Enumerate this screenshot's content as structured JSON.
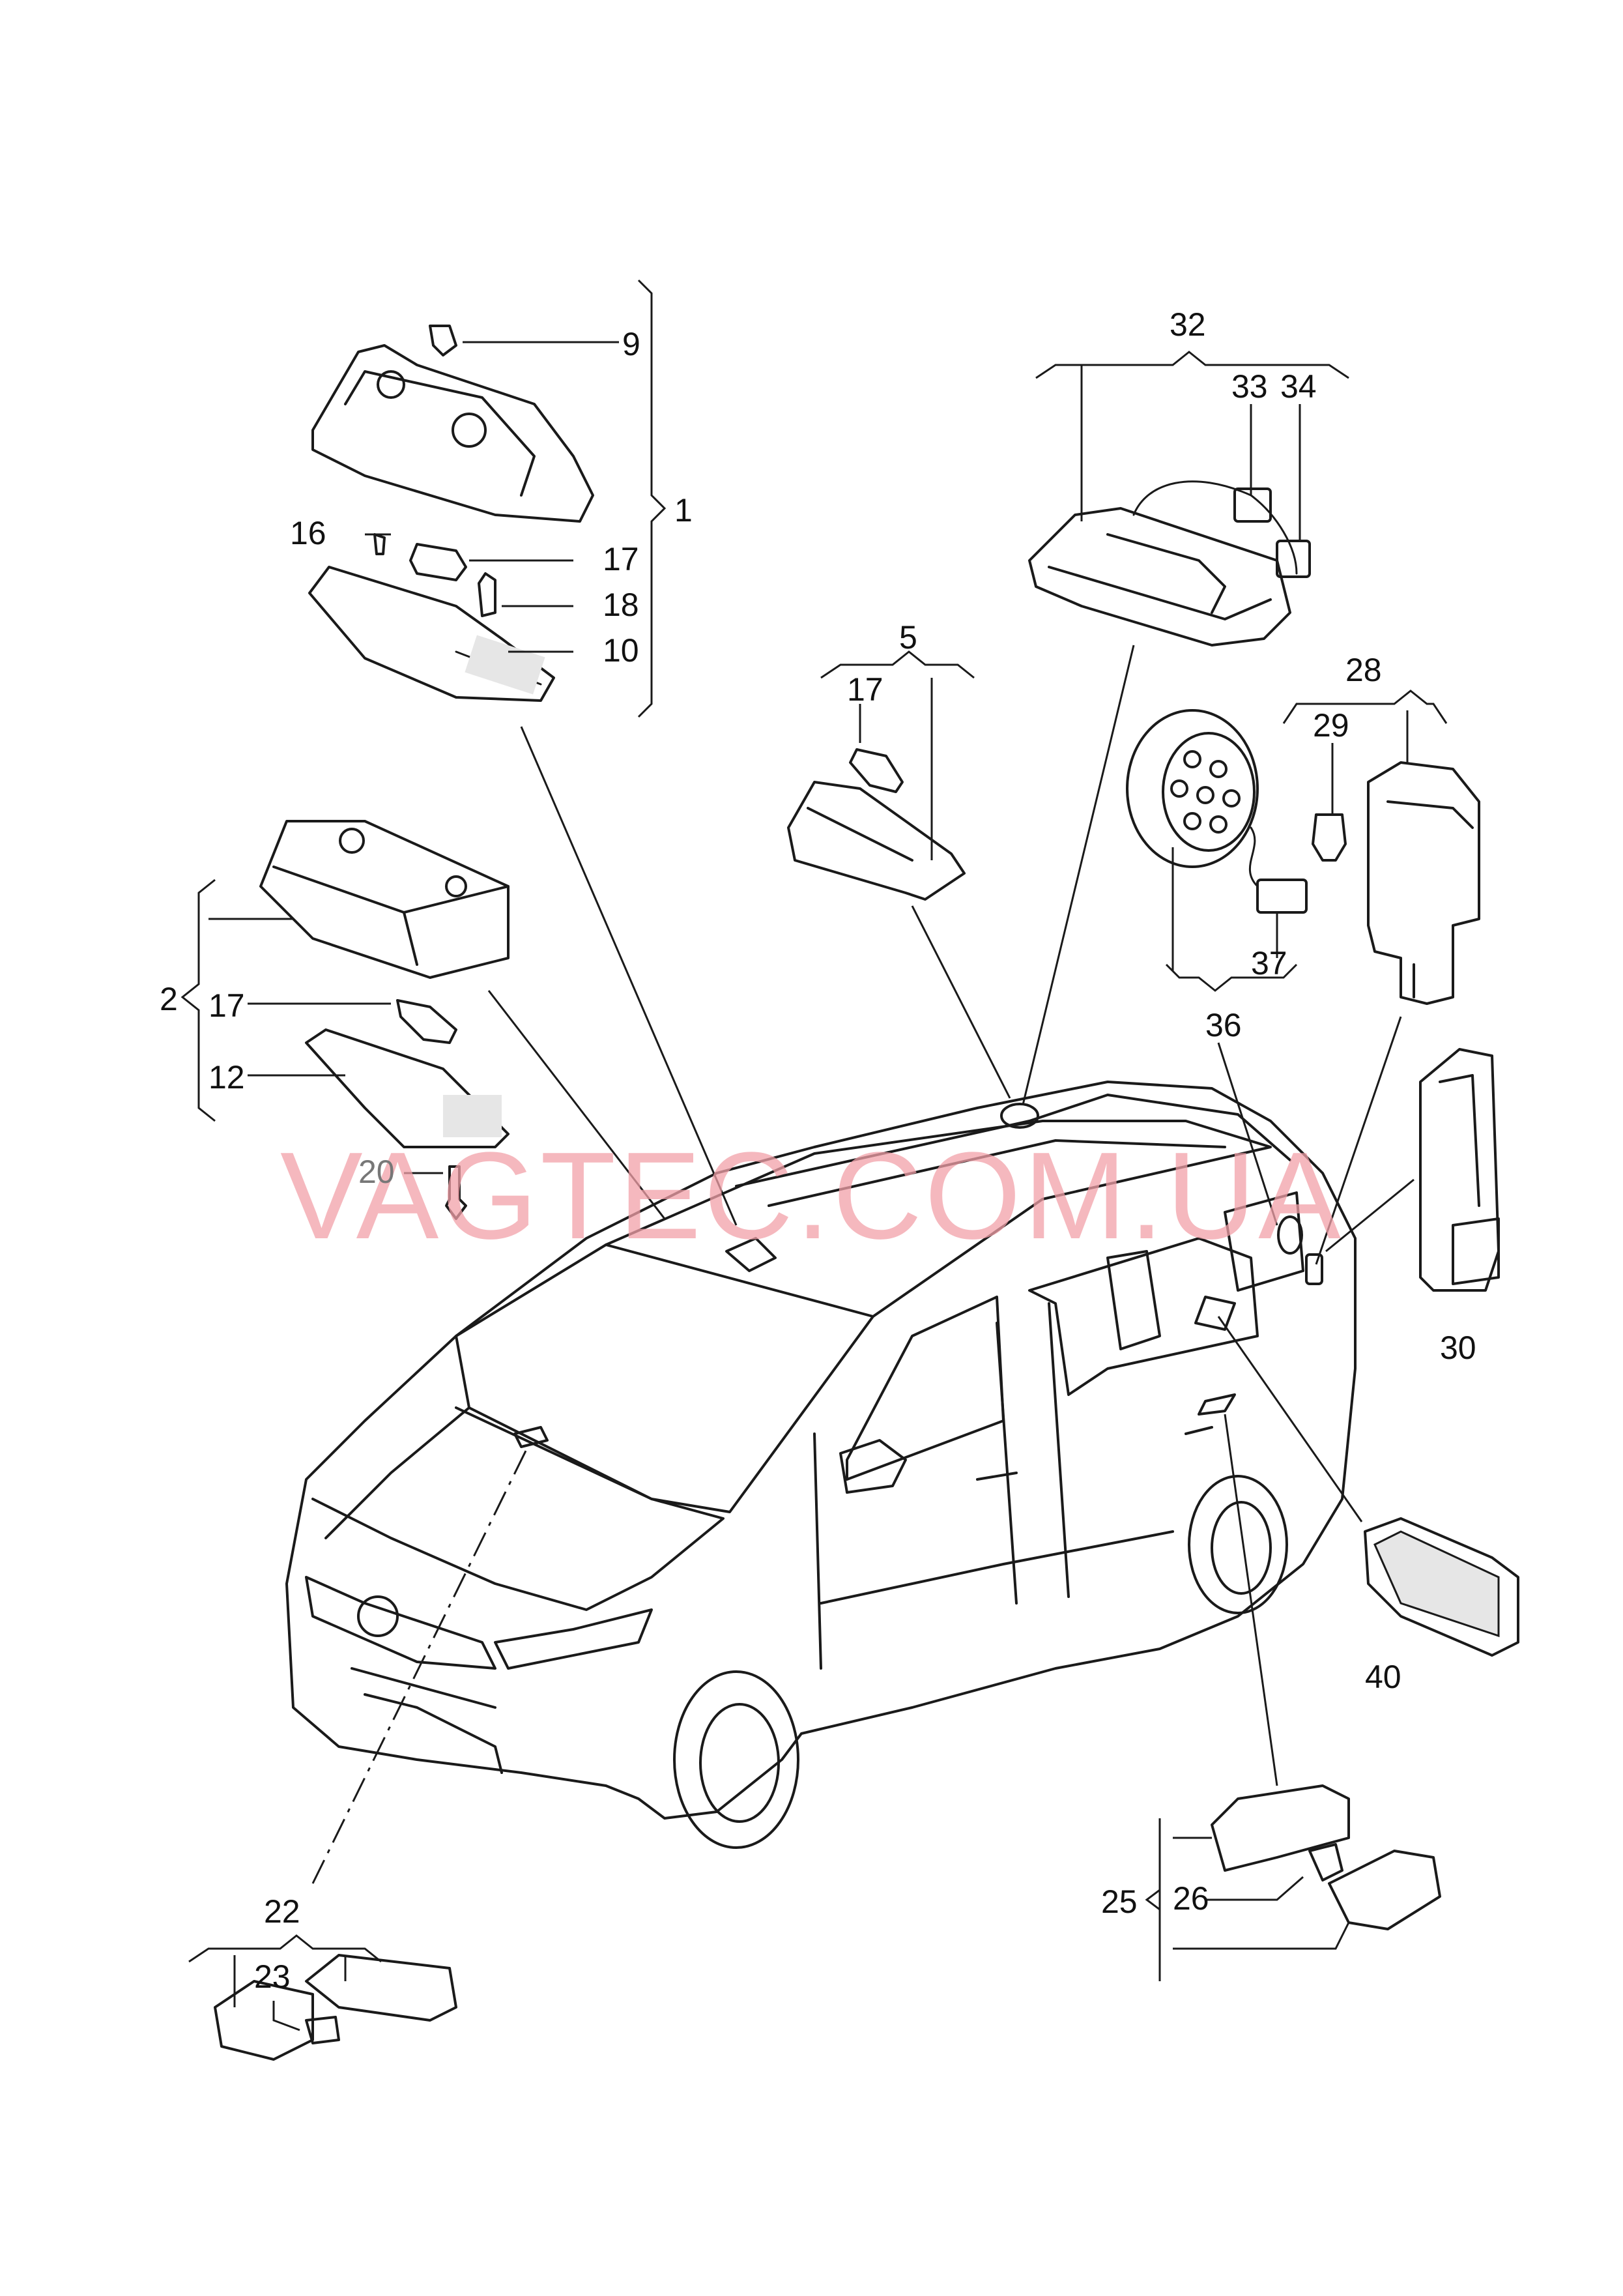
{
  "watermark": "VAGTEC.COM.UA",
  "colors": {
    "line": "#1a1a1a",
    "watermark": "#f2a0a8",
    "background": "#ffffff"
  },
  "callouts": {
    "c1": "1",
    "c2": "2",
    "c5": "5",
    "c9": "9",
    "c10": "10",
    "c12": "12",
    "c16": "16",
    "c17a": "17",
    "c17b": "17",
    "c17c": "17",
    "c18": "18",
    "c20": "20",
    "c22": "22",
    "c23": "23",
    "c25": "25",
    "c26": "26",
    "c28": "28",
    "c29": "29",
    "c30": "30",
    "c32": "32",
    "c33": "33",
    "c34": "34",
    "c36": "36",
    "c37": "37",
    "c40": "40"
  }
}
